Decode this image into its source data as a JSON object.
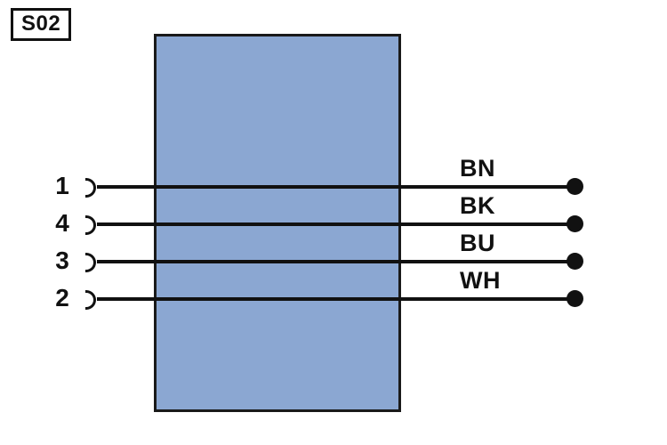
{
  "title": "S02",
  "component": {
    "fill": "#8ba7d2",
    "border": "#1a1a1a"
  },
  "wires": [
    {
      "pin": "1",
      "color": "BN"
    },
    {
      "pin": "4",
      "color": "BK"
    },
    {
      "pin": "3",
      "color": "BU"
    },
    {
      "pin": "2",
      "color": "WH"
    }
  ]
}
